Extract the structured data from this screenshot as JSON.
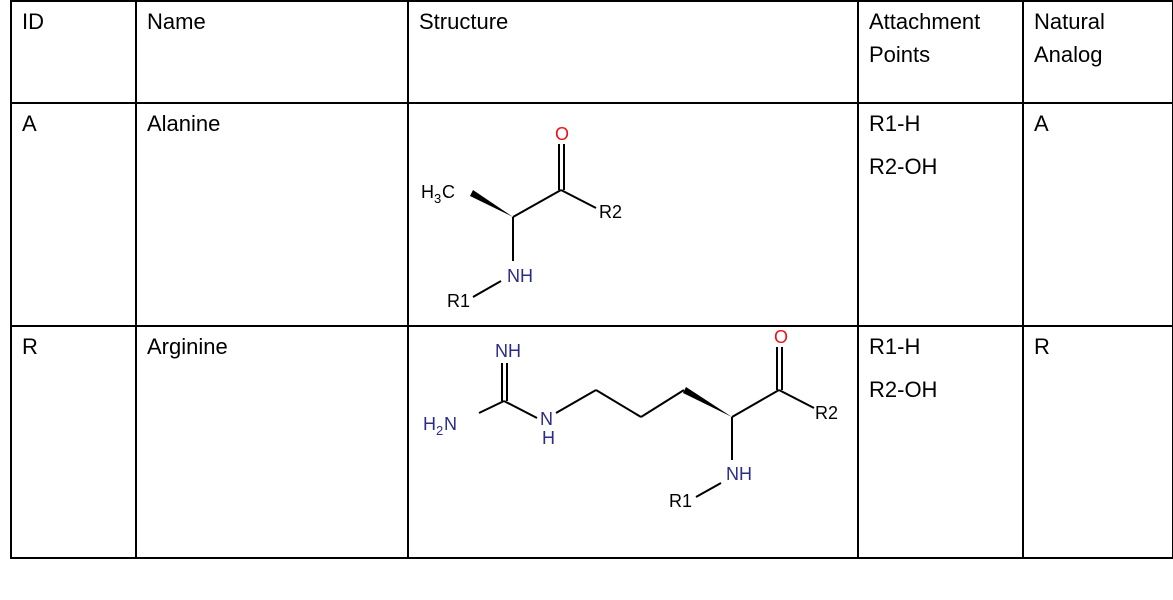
{
  "columns": [
    "ID",
    "Name",
    "Structure",
    "Attachment\nPoints",
    "Natural\nAnalog"
  ],
  "headers": {
    "id": "ID",
    "name": "Name",
    "structure": "Structure",
    "attachment_line1": "Attachment",
    "attachment_line2": "Points",
    "analog_line1": "Natural",
    "analog_line2": "Analog"
  },
  "rows": [
    {
      "id": "A",
      "name": "Alanine",
      "attachment_points": [
        "R1-H",
        "R2-OH"
      ],
      "natural_analog": "A",
      "structure_labels": {
        "o": "O",
        "ch3_h": "H",
        "ch3_sub": "3",
        "ch3_c": "C",
        "r2": "R2",
        "nh": "NH",
        "r1": "R1"
      }
    },
    {
      "id": "R",
      "name": "Arginine",
      "attachment_points": [
        "R1-H",
        "R2-OH"
      ],
      "natural_analog": "R",
      "structure_labels": {
        "nh_top": "NH",
        "h2n_h": "H",
        "h2n_sub": "2",
        "h2n_n": "N",
        "n_mid": "N",
        "h_mid": "H",
        "o": "O",
        "r2": "R2",
        "nh": "NH",
        "r1": "R1"
      }
    }
  ],
  "colors": {
    "oxygen": "#e8121a",
    "nitrogen": "#2b2b8c",
    "bond": "#000000",
    "border": "#000000"
  }
}
